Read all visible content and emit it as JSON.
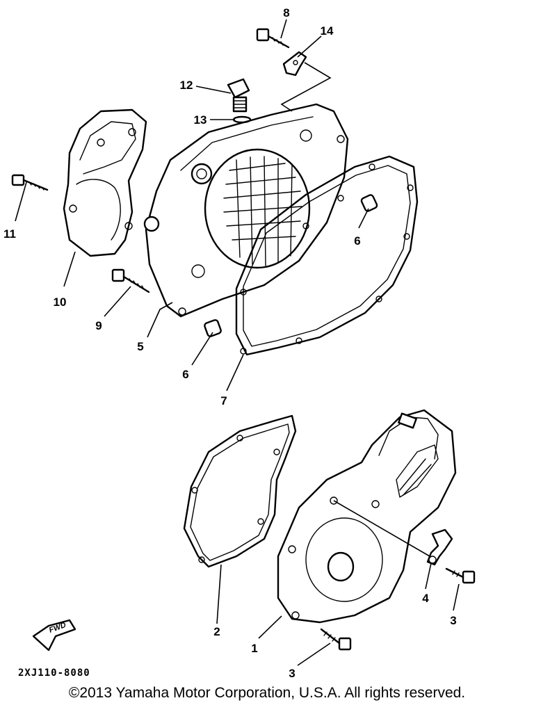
{
  "diagram": {
    "drawing_code": "2XJ110-8080",
    "fwd_label": "FWD",
    "copyright": "©2013 Yamaha Motor Corporation, U.S.A. All rights reserved.",
    "callouts": [
      "8",
      "14",
      "12",
      "13",
      "11",
      "10",
      "6",
      "9",
      "5",
      "6",
      "7",
      "2",
      "1",
      "4",
      "3",
      "3"
    ]
  }
}
